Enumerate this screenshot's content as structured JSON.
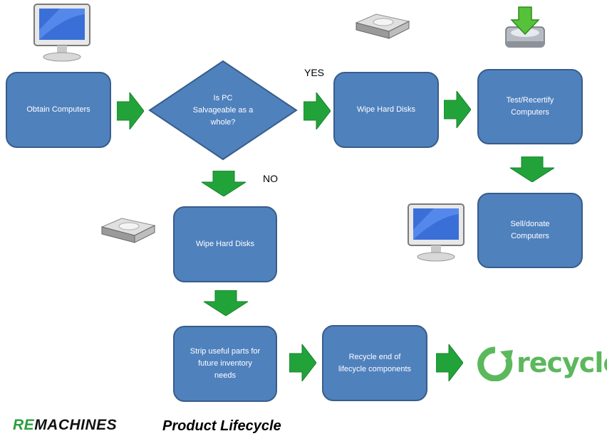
{
  "diagram": {
    "nodes": {
      "obtain": "Obtain Computers",
      "decision": "Is PC\nSalvageable as a\nwhole?",
      "wipe_top": "Wipe Hard Disks",
      "test": "Test/Recertify\nComputers",
      "sell": "Sell/donate\nComputers",
      "wipe_bottom": "Wipe Hard Disks",
      "strip": "Strip useful parts for\nfuture inventory\nneeds",
      "recycle": "Recycle end of\nlifecycle components"
    },
    "edge_labels": {
      "yes": "YES",
      "no": "NO"
    },
    "recycle_logo_text": "recycle",
    "footer": {
      "brand_re": "RE",
      "brand_machines": "MACHINES",
      "subtitle": "Product Lifecycle"
    },
    "colors": {
      "box_fill": "#4f81bd",
      "box_border": "#385d8a",
      "arrow_fill": "#22a33a",
      "recycle_green": "#5cb85c"
    },
    "icons": [
      "monitor-icon",
      "hard-disk-icon",
      "download-drive-icon",
      "recycle-logo-icon"
    ]
  }
}
